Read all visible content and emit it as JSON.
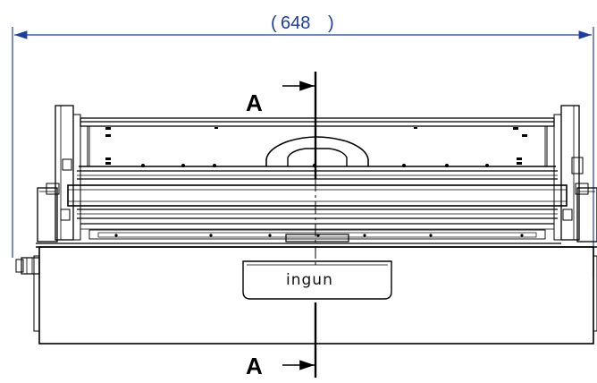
{
  "dimension": {
    "value_label": "648"
  },
  "section": {
    "top_label": "A",
    "bottom_label": "A"
  },
  "logo": {
    "text": "ingun"
  },
  "colors": {
    "dimension_line": "#1a3fa0",
    "outline": "#000000"
  }
}
